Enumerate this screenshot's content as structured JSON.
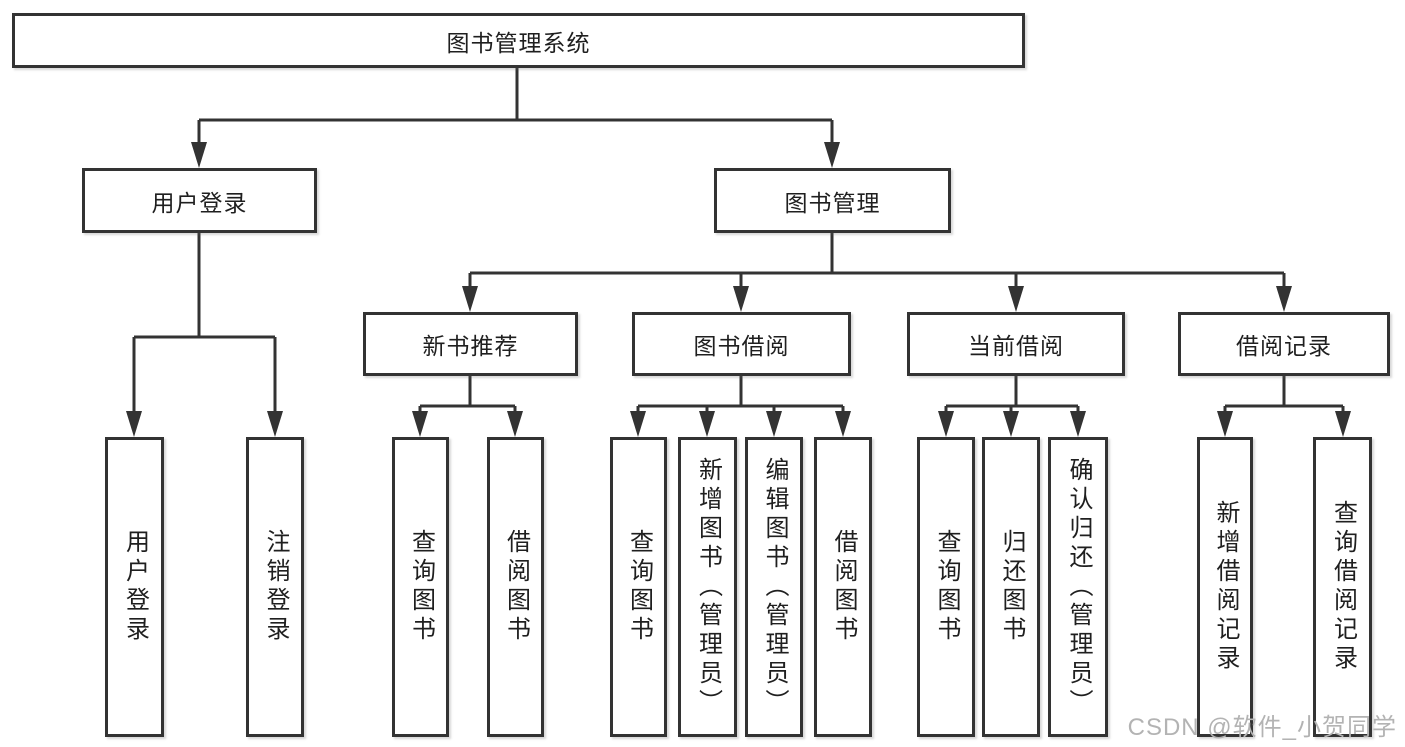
{
  "diagram": {
    "type": "tree",
    "root": {
      "label": "图书管理系统"
    },
    "branches": [
      {
        "label": "用户登录",
        "children": [
          {
            "label": "用户登录"
          },
          {
            "label": "注销登录"
          }
        ]
      },
      {
        "label": "图书管理",
        "children": [
          {
            "label": "新书推荐",
            "children": [
              {
                "label": "查询图书"
              },
              {
                "label": "借阅图书"
              }
            ]
          },
          {
            "label": "图书借阅",
            "children": [
              {
                "label": "查询图书"
              },
              {
                "label": "新增图书（管理员）"
              },
              {
                "label": "编辑图书（管理员）"
              },
              {
                "label": "借阅图书"
              }
            ]
          },
          {
            "label": "当前借阅",
            "children": [
              {
                "label": "查询图书"
              },
              {
                "label": "归还图书"
              },
              {
                "label": "确认归还（管理员）"
              }
            ]
          },
          {
            "label": "借阅记录",
            "children": [
              {
                "label": "新增借阅记录"
              },
              {
                "label": "查询借阅记录"
              }
            ]
          }
        ]
      }
    ]
  },
  "watermark": {
    "text": "CSDN @软件_小贺同学"
  },
  "colors": {
    "line": "#333333",
    "border": "#333333",
    "text": "#1f1f1f",
    "background": "#ffffff",
    "watermark": "#b3b3b3"
  }
}
